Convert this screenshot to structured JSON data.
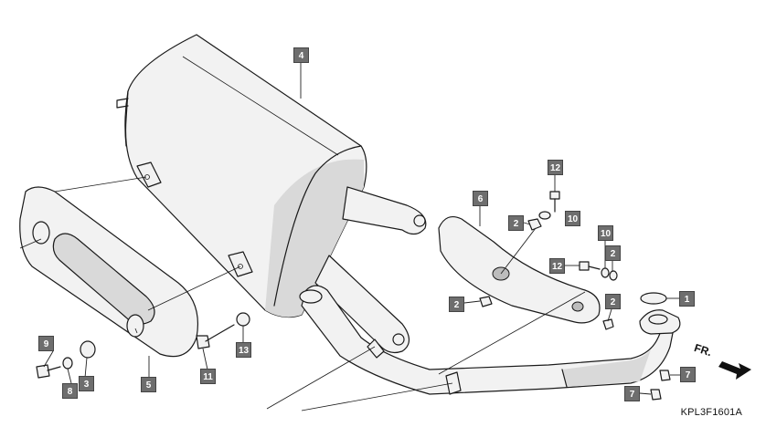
{
  "diagram": {
    "code": "KPL3F1601A",
    "front_label": "FR.",
    "callouts": [
      "4",
      "6",
      "12",
      "2",
      "10",
      "10",
      "2",
      "12",
      "2",
      "2",
      "1",
      "7",
      "7",
      "9",
      "8",
      "3",
      "5",
      "11",
      "13"
    ]
  }
}
